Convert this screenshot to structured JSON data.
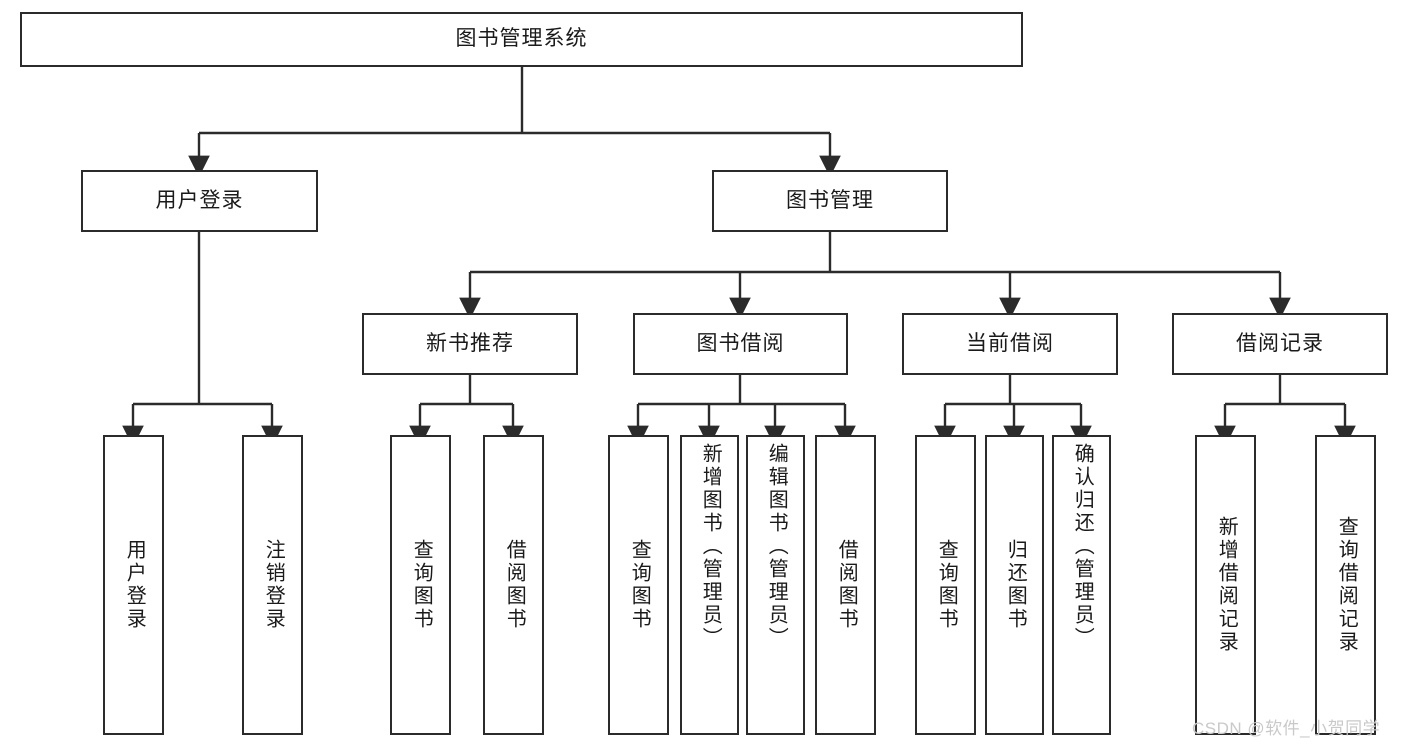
{
  "diagram": {
    "title": "图书管理系统",
    "type": "tree-hierarchy-chart",
    "root": {
      "label": "图书管理系统"
    },
    "level2": [
      {
        "label": "用户登录"
      },
      {
        "label": "图书管理"
      }
    ],
    "level3": [
      {
        "label": "新书推荐"
      },
      {
        "label": "图书借阅"
      },
      {
        "label": "当前借阅"
      },
      {
        "label": "借阅记录"
      }
    ],
    "leaves": {
      "user_login": [
        {
          "label": "用户登录"
        },
        {
          "label": "注销登录"
        }
      ],
      "new_book_recommend": [
        {
          "label": "查询图书"
        },
        {
          "label": "借阅图书"
        }
      ],
      "book_borrow": [
        {
          "label": "查询图书"
        },
        {
          "label": "新增图书（管理员）"
        },
        {
          "label": "编辑图书（管理员）"
        },
        {
          "label": "借阅图书"
        }
      ],
      "current_borrow": [
        {
          "label": "查询图书"
        },
        {
          "label": "归还图书"
        },
        {
          "label": "确认归还（管理员）"
        }
      ],
      "borrow_record": [
        {
          "label": "新增借阅记录"
        },
        {
          "label": "查询借阅记录"
        }
      ]
    }
  },
  "watermark": {
    "text": "CSDN @软件_小贺同学"
  },
  "colors": {
    "border": "#2b2b2b",
    "text": "#1a1a1a",
    "background": "#ffffff",
    "watermark": "#c9c9c9"
  }
}
